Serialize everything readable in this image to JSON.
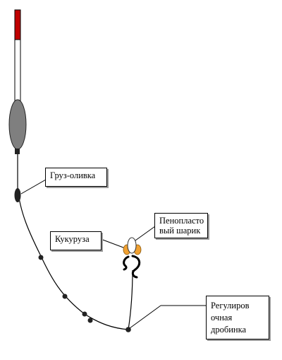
{
  "labels": {
    "sinker": "Груз-оливка",
    "corn": "Кукуруза",
    "foam_ball": [
      "Пенопласто",
      "вый шарик"
    ],
    "adjust_shot": [
      "Регулиров",
      "очная",
      "дробинка"
    ]
  },
  "colors": {
    "float_tip": "#c00000",
    "float_body": "#7f7f7f",
    "corn": "#f0a030",
    "line": "#000000"
  }
}
